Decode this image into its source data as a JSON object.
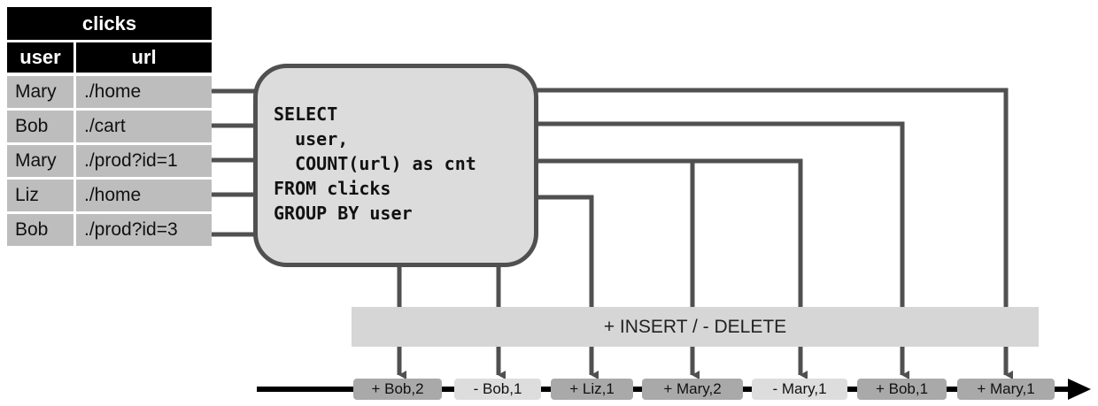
{
  "table": {
    "title": "clicks",
    "columns": [
      "user",
      "url"
    ],
    "rows": [
      {
        "user": "Mary",
        "url": "./home"
      },
      {
        "user": "Bob",
        "url": "./cart"
      },
      {
        "user": "Mary",
        "url": "./prod?id=1"
      },
      {
        "user": "Liz",
        "url": "./home"
      },
      {
        "user": "Bob",
        "url": "./prod?id=3"
      }
    ]
  },
  "query": {
    "lines": [
      "SELECT",
      "  user,",
      "  COUNT(url) as cnt",
      "FROM clicks",
      "GROUP BY user"
    ]
  },
  "changelog_label": "+ INSERT / - DELETE",
  "output": [
    {
      "label": "+ Bob,2",
      "kind": "insert"
    },
    {
      "label": "- Bob,1",
      "kind": "delete"
    },
    {
      "label": "+ Liz,1",
      "kind": "insert"
    },
    {
      "label": "+ Mary,2",
      "kind": "insert"
    },
    {
      "label": "- Mary,1",
      "kind": "delete"
    },
    {
      "label": "+ Bob,1",
      "kind": "insert"
    },
    {
      "label": "+ Mary,1",
      "kind": "insert"
    }
  ],
  "colors": {
    "insert": "#a9a9a9",
    "delete": "#dddddd",
    "line": "#505050",
    "header": "#000000"
  }
}
